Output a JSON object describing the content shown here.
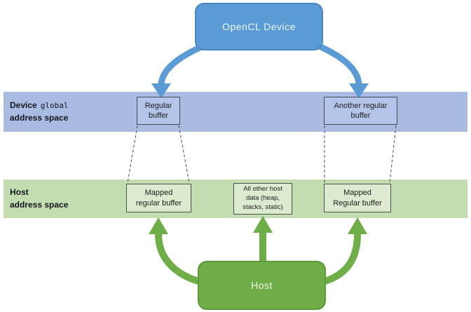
{
  "diagram": {
    "device_node": {
      "label": "OpenCL Device"
    },
    "host_node": {
      "label": "Host"
    },
    "device_band": {
      "label_bold1": "Device",
      "label_mono": "global",
      "label_line2": "address space",
      "buffers": [
        {
          "name": "regular-buffer",
          "lines": [
            "Regular",
            "buffer"
          ]
        },
        {
          "name": "another-regular-buffer",
          "lines": [
            "Another regular",
            "buffer"
          ]
        }
      ]
    },
    "host_band": {
      "label_line1": "Host",
      "label_line2": "address space",
      "buffers": [
        {
          "name": "mapped-regular-buffer-left",
          "lines": [
            "Mapped",
            "regular buffer"
          ]
        },
        {
          "name": "all-other-host-data",
          "lines": [
            "All other host",
            "data (heap,",
            "stacks, static)"
          ]
        },
        {
          "name": "mapped-regular-buffer-right",
          "lines": [
            "Mapped",
            "Regular buffer"
          ]
        }
      ]
    },
    "colors": {
      "device_fill": "#5b9bd5",
      "device_border": "#4a86c0",
      "host_fill": "#6fad49",
      "host_border": "#5b9a3a",
      "device_band_fill": "#a9bbe0",
      "host_band_fill": "#c3ddb1",
      "blue_arrow": "#5b9bd5",
      "green_arrow": "#6fad49",
      "dashed_line": "#4a4a4a"
    }
  }
}
